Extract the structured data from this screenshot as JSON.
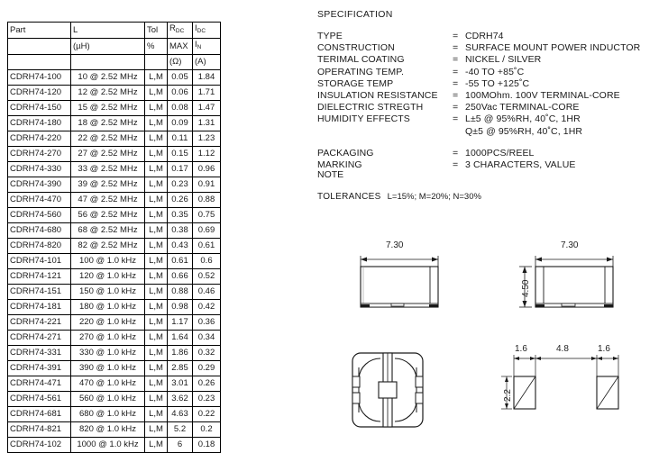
{
  "table": {
    "headers": {
      "part": "Part",
      "l": "L",
      "l_unit": "(µH)",
      "tol": "Tol",
      "tol_unit": "%",
      "rdc": "R",
      "rdc_sub": "DC",
      "rdc_max": "MAX",
      "rdc_unit": "(Ω)",
      "idc": "I",
      "idc_sub": "DC",
      "in": "I",
      "in_sub": "N",
      "idc_unit": "(A)"
    },
    "rows": [
      {
        "part": "CDRH74-100",
        "l": "10 @ 2.52 MHz",
        "tol": "L,M",
        "rdc": "0.05",
        "idc": "1.84"
      },
      {
        "part": "CDRH74-120",
        "l": "12 @ 2.52 MHz",
        "tol": "L,M",
        "rdc": "0.06",
        "idc": "1.71"
      },
      {
        "part": "CDRH74-150",
        "l": "15 @ 2.52 MHz",
        "tol": "L,M",
        "rdc": "0.08",
        "idc": "1.47"
      },
      {
        "part": "CDRH74-180",
        "l": "18 @ 2.52 MHz",
        "tol": "L,M",
        "rdc": "0.09",
        "idc": "1.31"
      },
      {
        "part": "CDRH74-220",
        "l": "22 @ 2.52 MHz",
        "tol": "L,M",
        "rdc": "0.11",
        "idc": "1.23"
      },
      {
        "part": "CDRH74-270",
        "l": "27 @ 2.52 MHz",
        "tol": "L,M",
        "rdc": "0.15",
        "idc": "1.12"
      },
      {
        "part": "CDRH74-330",
        "l": "33 @ 2.52 MHz",
        "tol": "L,M",
        "rdc": "0.17",
        "idc": "0.96"
      },
      {
        "part": "CDRH74-390",
        "l": "39 @ 2.52 MHz",
        "tol": "L,M",
        "rdc": "0.23",
        "idc": "0.91"
      },
      {
        "part": "CDRH74-470",
        "l": "47 @ 2.52 MHz",
        "tol": "L,M",
        "rdc": "0.26",
        "idc": "0.88"
      },
      {
        "part": "CDRH74-560",
        "l": "56 @ 2.52 MHz",
        "tol": "L,M",
        "rdc": "0.35",
        "idc": "0.75"
      },
      {
        "part": "CDRH74-680",
        "l": "68 @ 2.52 MHz",
        "tol": "L,M",
        "rdc": "0.38",
        "idc": "0.69"
      },
      {
        "part": "CDRH74-820",
        "l": "82 @ 2.52 MHz",
        "tol": "L,M",
        "rdc": "0.43",
        "idc": "0.61"
      },
      {
        "part": "CDRH74-101",
        "l": "100 @ 1.0 kHz",
        "tol": "L,M",
        "rdc": "0.61",
        "idc": "0.6"
      },
      {
        "part": "CDRH74-121",
        "l": "120 @ 1.0 kHz",
        "tol": "L,M",
        "rdc": "0.66",
        "idc": "0.52"
      },
      {
        "part": "CDRH74-151",
        "l": "150 @ 1.0 kHz",
        "tol": "L,M",
        "rdc": "0.88",
        "idc": "0.46"
      },
      {
        "part": "CDRH74-181",
        "l": "180 @ 1.0 kHz",
        "tol": "L,M",
        "rdc": "0.98",
        "idc": "0.42"
      },
      {
        "part": "CDRH74-221",
        "l": "220 @ 1.0 kHz",
        "tol": "L,M",
        "rdc": "1.17",
        "idc": "0.36"
      },
      {
        "part": "CDRH74-271",
        "l": "270 @ 1.0 kHz",
        "tol": "L,M",
        "rdc": "1.64",
        "idc": "0.34"
      },
      {
        "part": "CDRH74-331",
        "l": "330 @ 1.0 kHz",
        "tol": "L,M",
        "rdc": "1.86",
        "idc": "0.32"
      },
      {
        "part": "CDRH74-391",
        "l": "390 @ 1.0 kHz",
        "tol": "L,M",
        "rdc": "2.85",
        "idc": "0.29"
      },
      {
        "part": "CDRH74-471",
        "l": "470 @ 1.0 kHz",
        "tol": "L,M",
        "rdc": "3.01",
        "idc": "0.26"
      },
      {
        "part": "CDRH74-561",
        "l": "560 @ 1.0 kHz",
        "tol": "L,M",
        "rdc": "3.62",
        "idc": "0.23"
      },
      {
        "part": "CDRH74-681",
        "l": "680 @ 1.0 kHz",
        "tol": "L,M",
        "rdc": "4.63",
        "idc": "0.22"
      },
      {
        "part": "CDRH74-821",
        "l": "820 @ 1.0 kHz",
        "tol": "L,M",
        "rdc": "5.2",
        "idc": "0.2"
      },
      {
        "part": "CDRH74-102",
        "l": "1000 @ 1.0 kHz",
        "tol": "L,M",
        "rdc": "6",
        "idc": "0.18"
      }
    ]
  },
  "specification": {
    "title": "SPECIFICATION",
    "eq": "=",
    "items": [
      {
        "label": "TYPE",
        "value": "CDRH74"
      },
      {
        "label": "CONSTRUCTION",
        "value": "SURFACE MOUNT POWER INDUCTOR"
      },
      {
        "label": "TERIMAL COATING",
        "value": "NICKEL / SILVER"
      },
      {
        "label": "OPERATING TEMP.",
        "value": "-40 TO +85˚C"
      },
      {
        "label": "STORAGE TEMP",
        "value": "-55 TO +125˚C"
      },
      {
        "label": "INSULATION RESISTANCE",
        "value": "100MOhm. 100V  TERMINAL-CORE"
      },
      {
        "label": "DIELECTRIC STREGTH",
        "value": "250Vac TERMINAL-CORE"
      },
      {
        "label": "HUMIDITY EFFECTS",
        "value": "L±5 @ 95%RH, 40˚C, 1HR"
      }
    ],
    "humidity_second_line": "Q±5 @ 95%RH, 40˚C, 1HR",
    "items2": [
      {
        "label": "PACKAGING",
        "value": "1000PCS/REEL"
      },
      {
        "label": "MARKING",
        "value": "3 CHARACTERS, VALUE"
      }
    ]
  },
  "note": {
    "title": "NOTE",
    "tolerances_label": "TOLERANCES",
    "tolerances_value": "L=15%; M=20%; N=30%"
  },
  "drawings": {
    "side_view_1": {
      "width_dim": "7.30"
    },
    "side_view_2": {
      "width_dim": "7.30",
      "height_dim": "4.50"
    },
    "land_pattern": {
      "pad_width_left": "1.6",
      "gap": "4.8",
      "pad_width_right": "1.6",
      "pad_height": "2.2"
    }
  },
  "colors": {
    "line": "#1a1a1a",
    "text": "#1a1a1a",
    "background": "#ffffff"
  }
}
